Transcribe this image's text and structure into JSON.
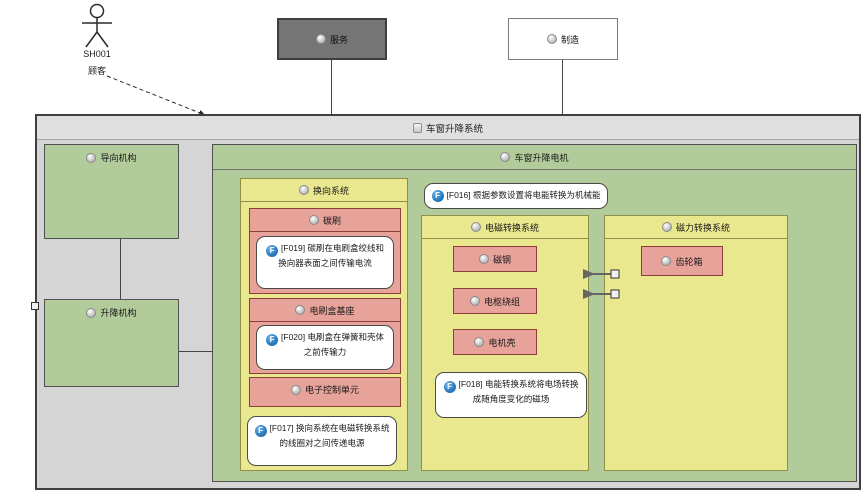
{
  "actor": {
    "id": "SH001",
    "label": "顾客"
  },
  "top": {
    "service": "服务",
    "manufacture": "制造"
  },
  "system": {
    "title": "车窗升降系统"
  },
  "blocks": {
    "guide": "导向机构",
    "lift": "升降机构"
  },
  "motor": {
    "title": "车窗升降电机"
  },
  "comm": {
    "title": "换向系统",
    "carbon": {
      "title": "碳刷"
    },
    "base": {
      "title": "电刷盒基座"
    },
    "ecu": "电子控制单元"
  },
  "em": {
    "title": "电磁转换系统",
    "parts": [
      "磁钢",
      "电枢绕组",
      "电机壳"
    ]
  },
  "mag": {
    "title": "磁力转换系统",
    "part": "齿轮箱"
  },
  "notes": {
    "f016": "[F016] 根据参数设置将电能转换为机械能",
    "f017": "[F017] 换向系统在电磁转换系统的线圈对之间传递电源",
    "f018": "[F018] 电能转换系统将电场转换成随角度变化的磁场",
    "f019": "[F019] 碳刷在电刷盒绞线和换向器表面之间传输电流",
    "f020": "[F020] 电刷盒在弹簧和壳体之前传输力"
  },
  "icons": {
    "function_letter": "F"
  },
  "colors": {
    "green": "#b2cb9b",
    "yellow": "#eae88e",
    "pink": "#e7a29a",
    "main_gray": "#d5d5d5",
    "service_gray": "#757575",
    "function_blue": "#2d7fc1"
  }
}
